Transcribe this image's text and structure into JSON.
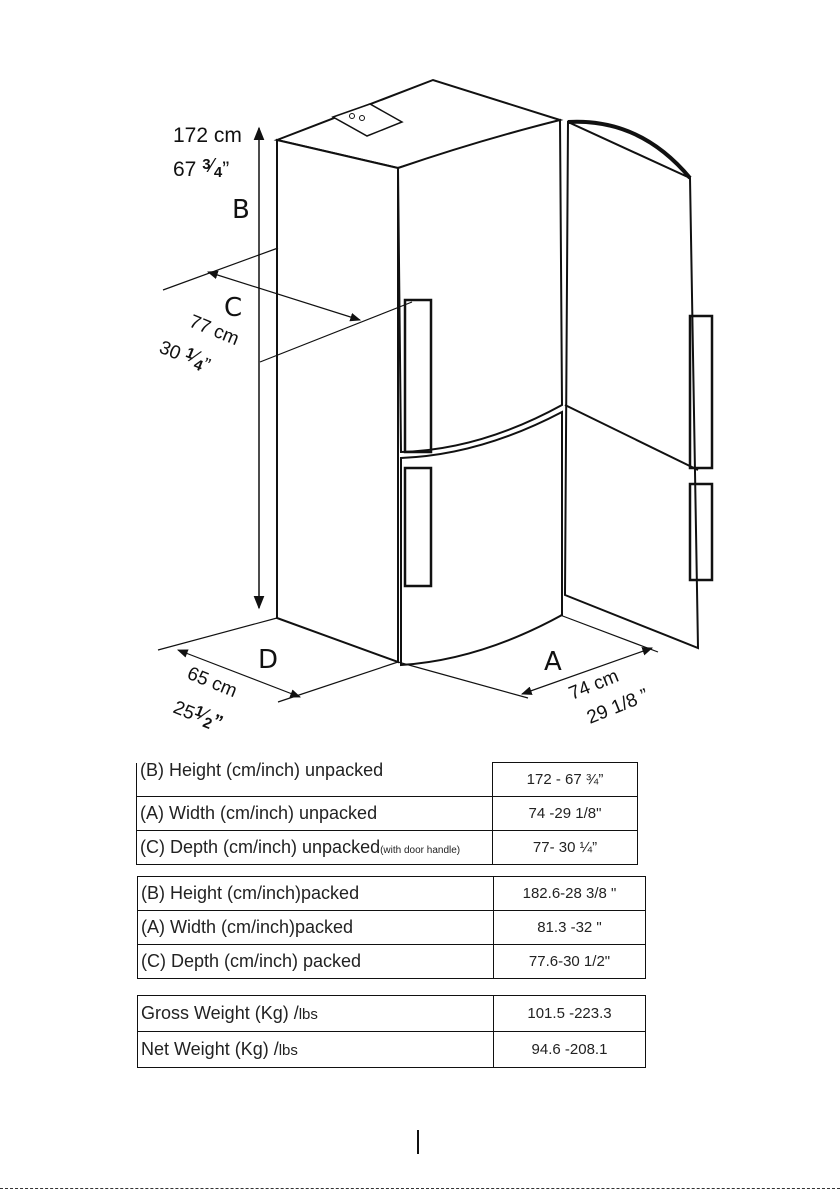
{
  "diagram": {
    "height": {
      "letter": "B",
      "cm": "172 cm",
      "inch_whole": "67",
      "inch_num": "3",
      "inch_den": "4",
      "inch_mark": "”"
    },
    "depth": {
      "letter": "C",
      "cm": "77 cm",
      "inch_whole": "30",
      "inch_num": "1",
      "inch_den": "4",
      "inch_mark": "”"
    },
    "side": {
      "letter": "D",
      "cm": "65 cm",
      "inch_whole": "25",
      "inch_num": "1",
      "inch_den": "2",
      "inch_mark": "”"
    },
    "width": {
      "letter": "A",
      "cm": "74 cm",
      "inch": "29 1/8 ”"
    }
  },
  "table_unpacked": {
    "rows": [
      {
        "label": "(B) Height (cm/inch) unpacked",
        "note": "",
        "value": "172 - 67 ¾”"
      },
      {
        "label": "(A) Width (cm/inch) unpacked",
        "note": "",
        "value": "74 -29 1/8\""
      },
      {
        "label": "(C) Depth (cm/inch) unpacked",
        "note": "(with door handle)",
        "value": "77- 30 ¼”"
      }
    ]
  },
  "table_packed": {
    "rows": [
      {
        "label": "(B) Height (cm/inch)packed",
        "value": "182.6-28 3/8 \""
      },
      {
        "label": "(A) Width (cm/inch)packed",
        "value": "81.3 -32 \""
      },
      {
        "label": "(C) Depth (cm/inch) packed",
        "value": "77.6-30 1/2\""
      }
    ]
  },
  "table_weight": {
    "rows": [
      {
        "label": "Gross Weight (Kg) /",
        "unit": "lbs",
        "value": "101.5 -223.3"
      },
      {
        "label": "Net Weight  (Kg) /",
        "unit": "lbs",
        "value": "94.6 -208.1"
      }
    ]
  }
}
